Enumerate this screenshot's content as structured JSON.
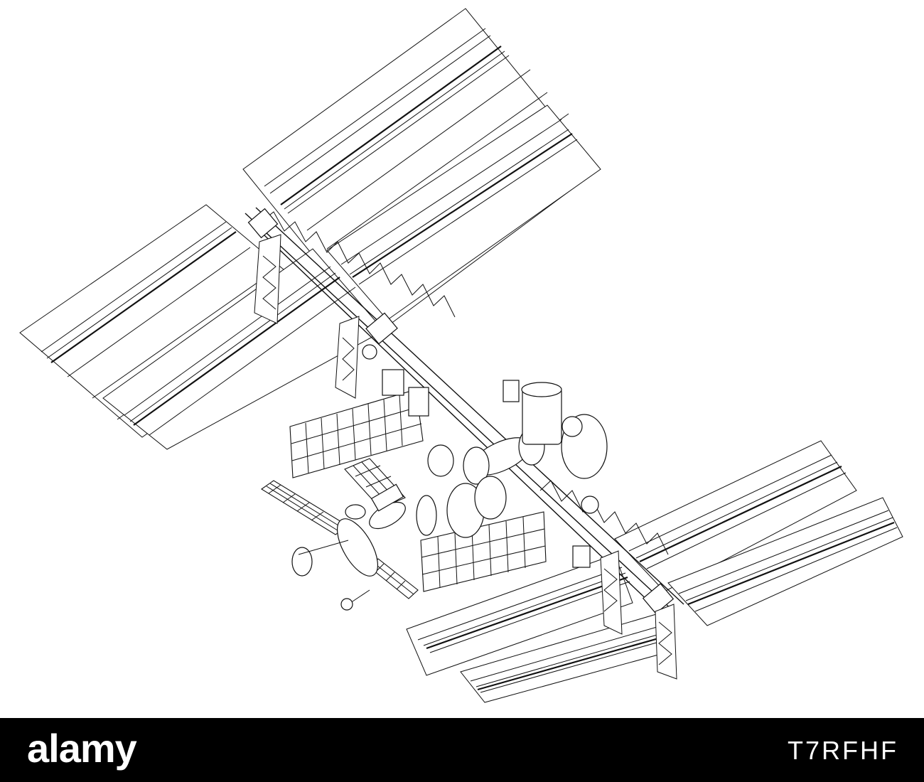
{
  "scene": {
    "subject": "space-station-wireframe",
    "background_color": "#ffffff",
    "line_color": "#111111"
  },
  "footer": {
    "background_color": "#000000",
    "text_color": "#ffffff",
    "logo_text": "alamy",
    "image_id": "T7RFHF"
  }
}
